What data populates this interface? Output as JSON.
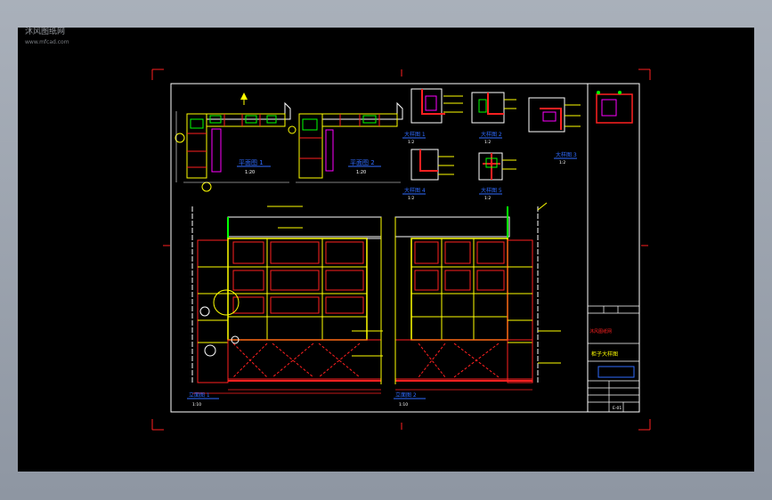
{
  "watermark": {
    "line1": "沐风图纸网",
    "line2": "www.mfcad.com"
  },
  "views": {
    "plan_1": {
      "title": "平面图 1",
      "scale": "1:20"
    },
    "plan_2": {
      "title": "平面图 2",
      "scale": "1:20"
    },
    "detail_1": {
      "title": "大样图 1",
      "scale": "1:2"
    },
    "detail_2": {
      "title": "大样图 2",
      "scale": "1:2"
    },
    "detail_3": {
      "title": "大样图 3",
      "scale": "1:2"
    },
    "detail_4": {
      "title": "大样图 4",
      "scale": "1:2"
    },
    "detail_5": {
      "title": "大样图 5",
      "scale": "1:2"
    },
    "elev_1": {
      "title": "立面图 1",
      "scale": "1:10"
    },
    "elev_2": {
      "title": "立面图 2",
      "scale": "1:10"
    }
  },
  "titleblock": {
    "project": "沐风图纸网",
    "drawing_name": "柜子大样图",
    "sheet_no": "E-01"
  },
  "colors": {
    "frame": "#ffffff",
    "cabinet": "#ffff00",
    "dimension": "#ff0000",
    "label": "#2f6bff",
    "accent": "#00ff00",
    "detail": "#ff00ff"
  }
}
